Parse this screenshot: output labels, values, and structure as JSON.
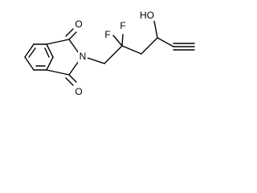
{
  "structure": {
    "atoms": {
      "o_top": "O",
      "o_bottom": "O",
      "n": "N",
      "f1": "F",
      "f2": "F",
      "hydroxyl": "HO"
    }
  }
}
